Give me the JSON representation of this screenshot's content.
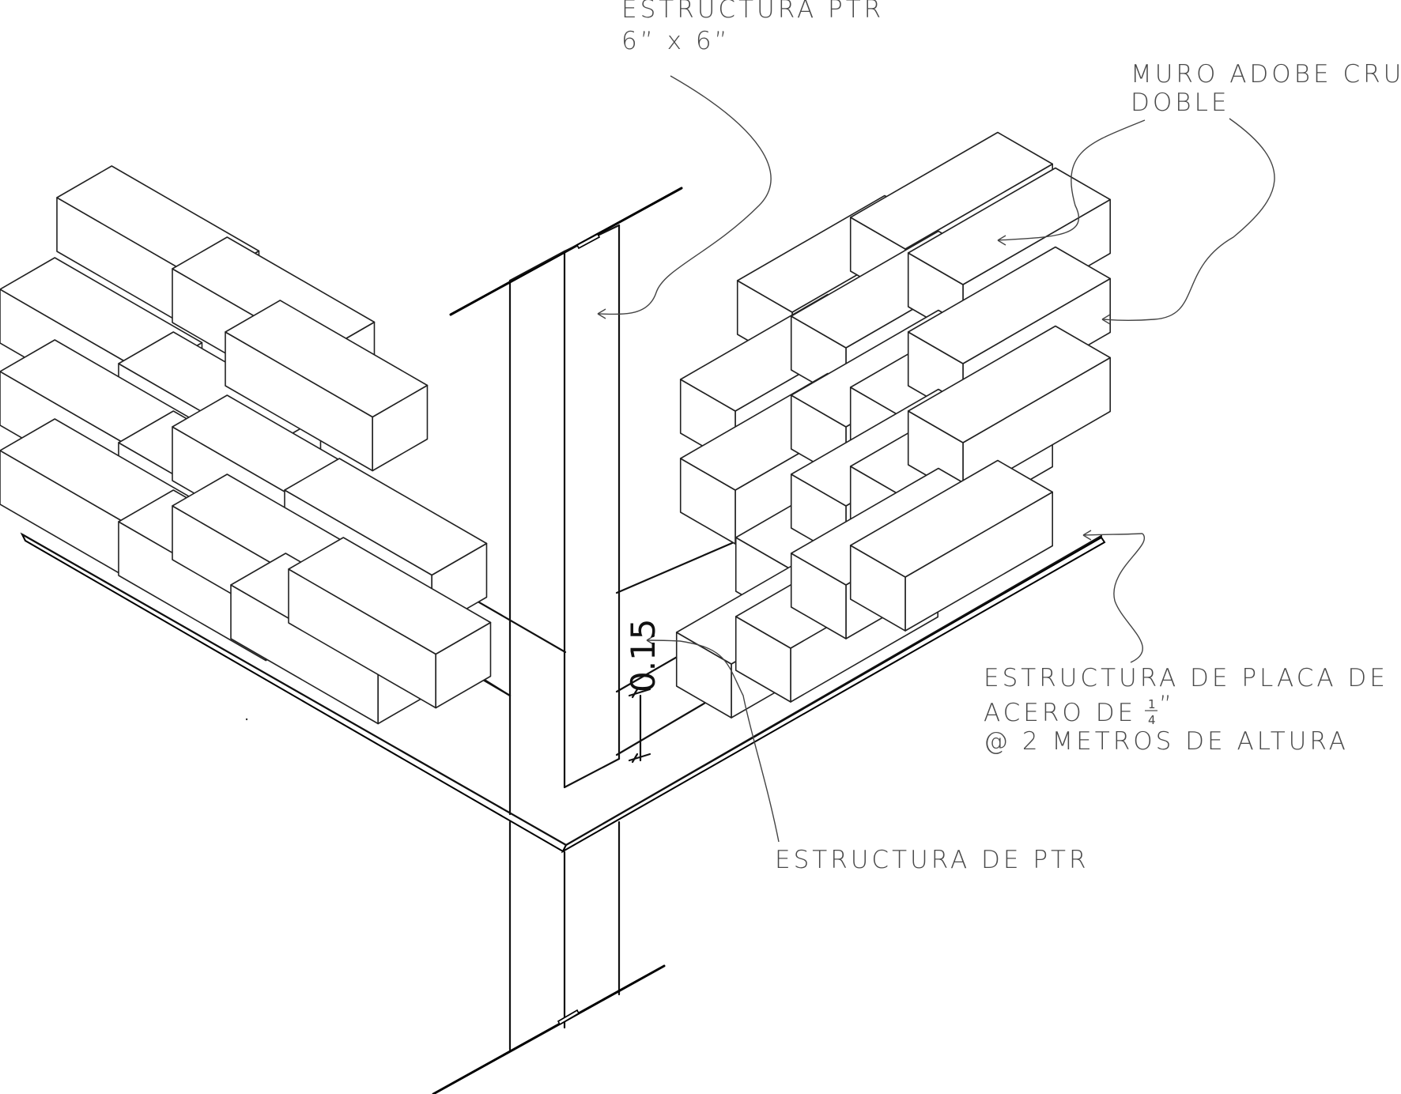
{
  "labels": {
    "ptr_column_line1": "ESTRUCTURA PTR",
    "ptr_column_line2": "6” x 6”",
    "adobe_wall_line1": "MURO ADOBE CRUDO",
    "adobe_wall_line2": "DOBLE",
    "steel_plate_line1": "ESTRUCTURA DE PLACA DE",
    "steel_plate_line2": "ACERO DE",
    "steel_plate_frac_num": "1",
    "steel_plate_frac_den": "4",
    "steel_plate_frac_unit": "”",
    "steel_plate_line3": "@ 2 METROS DE ALTURA",
    "ptr_beam": "ESTRUCTURA DE PTR"
  },
  "dimension": {
    "value": "0.15"
  }
}
